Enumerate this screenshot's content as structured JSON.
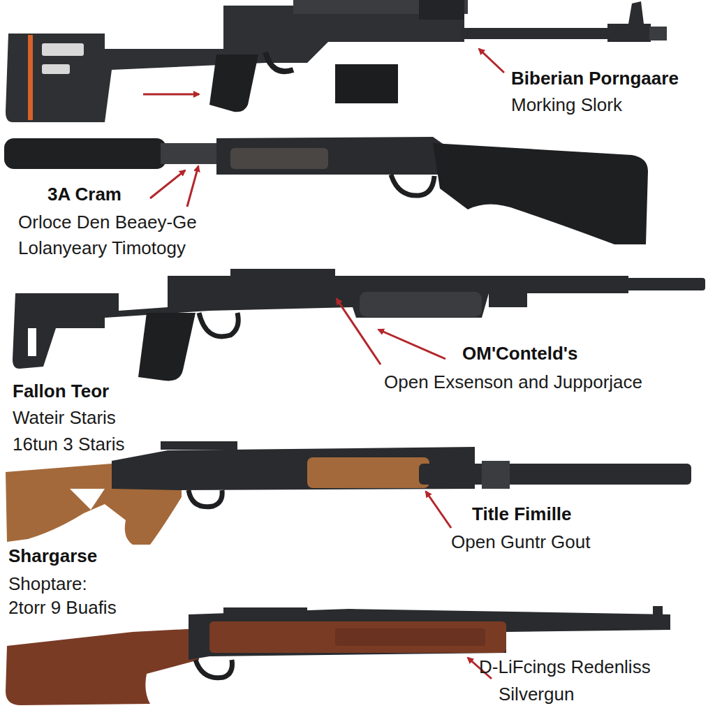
{
  "diagram": {
    "labels": [
      "Biberian Porngaare",
      "Morking Slork",
      "3A Cram",
      "Orloce Den Beaey-Ge",
      "Lolanyeary Timotogy",
      "OM'Conteld's",
      "Open Exsenson and Jupporjace",
      "Fallon Teor",
      "Wateir Staris",
      "16tun 3 Staris",
      "Title Fimille",
      "Open Guntr Gout",
      "Shargarse",
      "Shoptare:",
      "2torr 9 Buafis",
      "D-LiFcings Redenliss",
      "Silvergun"
    ]
  }
}
